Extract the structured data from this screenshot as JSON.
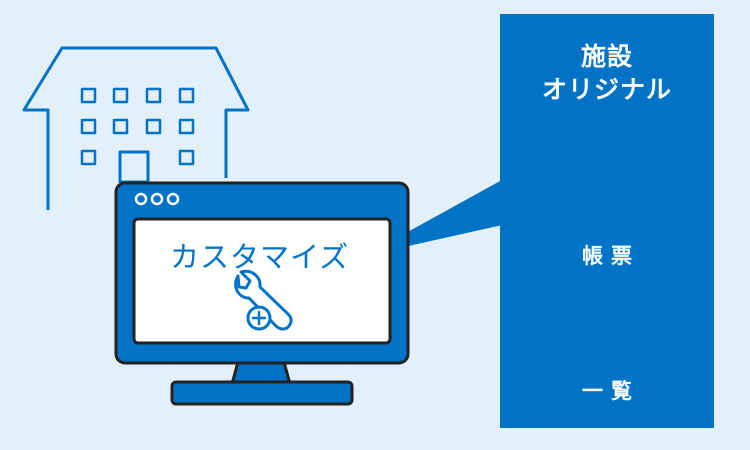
{
  "panel": {
    "title_line1": "施設",
    "title_line2": "オリジナル",
    "item1_label": "帳票",
    "item2_label": "一覧"
  },
  "monitor": {
    "screen_text": "カスタマイズ",
    "window_dots": "ooo"
  },
  "colors": {
    "background": "#e4f0f9",
    "accent": "#0073c6",
    "outline": "#222222",
    "screen": "#ffffff"
  },
  "icons": [
    "building-icon",
    "monitor-icon",
    "wrench-plus-icon",
    "document-icon",
    "table-list-icon"
  ]
}
